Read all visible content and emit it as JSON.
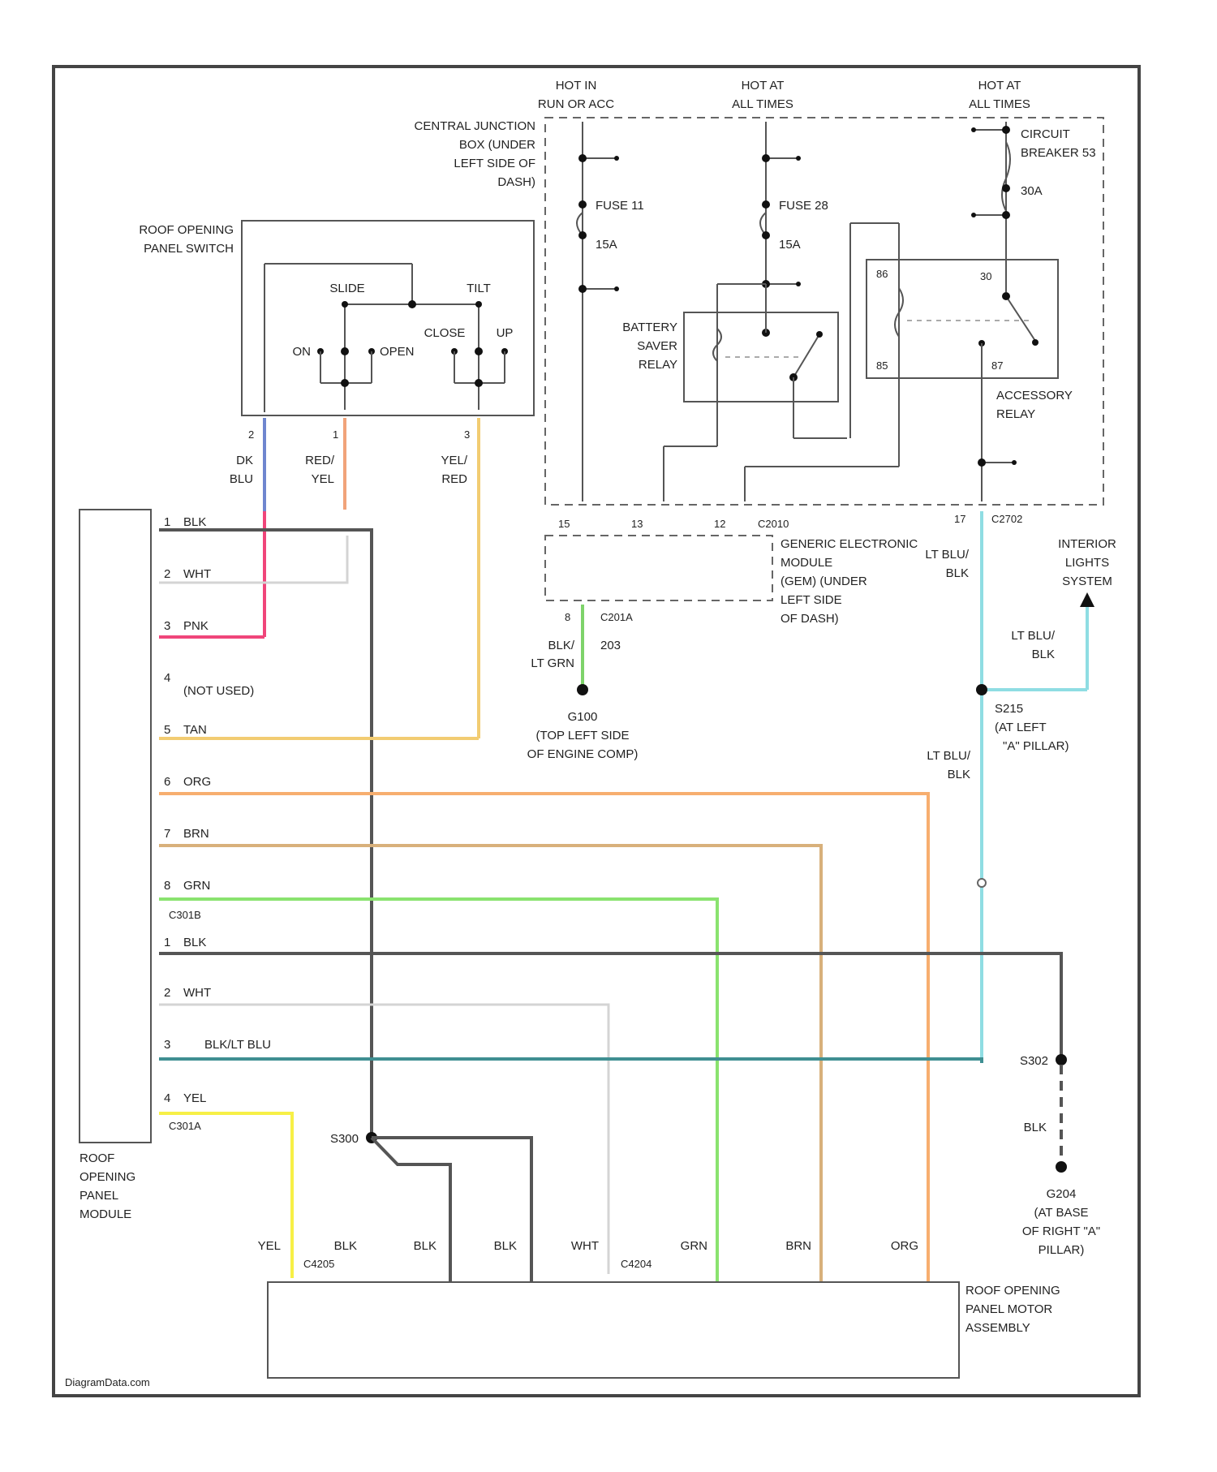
{
  "colors": {
    "blk": "#555555",
    "wht": "#d4d4d4",
    "pnk": "#f0457a",
    "tan": "#f2cc72",
    "org": "#f7ae6f",
    "brn": "#d8b07b",
    "grn": "#8ae36f",
    "ltblu": "#8fdde3",
    "teal": "#3f8f92",
    "yel": "#f7f046",
    "dkblu": "#6f86cf",
    "redyel": "#f1a37a",
    "blkgrn": "#7ed36a"
  },
  "power": {
    "hot1": [
      "HOT IN",
      "RUN OR ACC"
    ],
    "hot2": [
      "HOT AT",
      "ALL TIMES"
    ],
    "hot3": [
      "HOT AT",
      "ALL TIMES"
    ]
  },
  "cjb": [
    "CENTRAL JUNCTION",
    "BOX (UNDER",
    "LEFT SIDE OF",
    "DASH)"
  ],
  "fuse1": {
    "name": "FUSE 11",
    "rating": "15A"
  },
  "fuse2": {
    "name": "FUSE 28",
    "rating": "15A"
  },
  "breaker": {
    "name": [
      "CIRCUIT",
      "BREAKER 53"
    ],
    "rating": "30A"
  },
  "battery_saver_relay": [
    "BATTERY",
    "SAVER",
    "RELAY"
  ],
  "accessory_relay": [
    "ACCESSORY",
    "RELAY"
  ],
  "relay_pins": {
    "p86": "86",
    "p87": "87",
    "p85": "85",
    "p30": "30"
  },
  "switch": {
    "title": [
      "ROOF OPENING",
      "PANEL SWITCH"
    ],
    "slide": "SLIDE",
    "tilt": "TILT",
    "on": "ON",
    "open": "OPEN",
    "close": "CLOSE",
    "up": "UP",
    "pins": [
      "2",
      "1",
      "3"
    ],
    "wires": [
      [
        "DK",
        "BLU"
      ],
      [
        "RED/",
        "YEL"
      ],
      [
        "YEL/",
        "RED"
      ]
    ]
  },
  "cjb_pins": {
    "a": "15",
    "b": "13",
    "c": "12",
    "connector": "C2010",
    "d": "17",
    "connector2": "C2702"
  },
  "gem": [
    "GENERIC ELECTRONIC",
    "MODULE",
    "(GEM) (UNDER",
    "LEFT SIDE",
    "OF DASH)"
  ],
  "gem_out": {
    "pin": "8",
    "connector": "C201A",
    "wire": [
      "BLK/",
      "LT GRN"
    ],
    "splice": "203"
  },
  "ground1": [
    "G100",
    "(TOP LEFT SIDE",
    "OF ENGINE COMP)"
  ],
  "acc_out_wire": [
    "LT BLU/",
    "BLK"
  ],
  "interior": [
    "INTERIOR",
    "LIGHTS",
    "SYSTEM"
  ],
  "interior_wire": [
    "LT BLU/",
    "BLK"
  ],
  "splice2": [
    "S215",
    "(AT LEFT",
    "\"A\" PILLAR)"
  ],
  "splice2_wire": [
    "LT BLU/",
    "BLK"
  ],
  "module": {
    "title": [
      "ROOF",
      "OPENING",
      "PANEL",
      "MODULE"
    ],
    "pins": [
      {
        "pin": "1",
        "wire": "BLK"
      },
      {
        "pin": "2",
        "wire": "WHT"
      },
      {
        "pin": "3",
        "wire": "PNK"
      },
      {
        "pin": "4",
        "wire": "(NOT USED)"
      },
      {
        "pin": "5",
        "wire": "TAN"
      },
      {
        "pin": "6",
        "wire": "ORG"
      },
      {
        "pin": "7",
        "wire": "BRN"
      },
      {
        "pin": "8",
        "wire": "GRN"
      },
      {
        "pin": "1",
        "wire": "BLK"
      },
      {
        "pin": "2",
        "wire": "WHT"
      },
      {
        "pin": "3",
        "wire": "BLK/LT BLU"
      },
      {
        "pin": "4",
        "wire": "YEL"
      }
    ],
    "connector1": "C301B",
    "connector2": "C301A"
  },
  "splice3": "S302",
  "splice3_wire": "BLK",
  "ground2": [
    "G204",
    "(AT BASE",
    "OF RIGHT \"A\"",
    "PILLAR)"
  ],
  "splice4": "S300",
  "motor": {
    "title": [
      "ROOF OPENING",
      "PANEL MOTOR",
      "ASSEMBLY"
    ],
    "wires": [
      "YEL",
      "BLK",
      "BLK",
      "BLK",
      "WHT",
      "GRN",
      "BRN",
      "ORG"
    ],
    "connector1": "C4205",
    "connector2": "C4204"
  },
  "watermark": "DiagramData.com"
}
